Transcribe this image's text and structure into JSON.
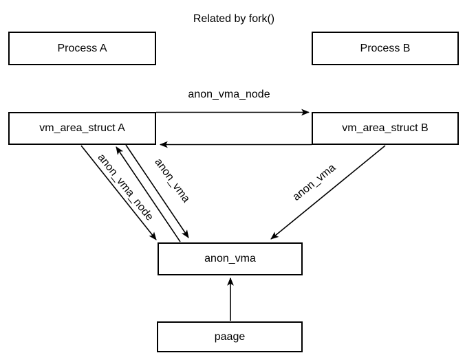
{
  "diagram": {
    "title": "Related by fork()",
    "nodes": {
      "process_a": {
        "label": "Process A"
      },
      "process_b": {
        "label": "Process B"
      },
      "vm_area_struct_a": {
        "label": "vm_area_struct A"
      },
      "vm_area_struct_b": {
        "label": "vm_area_struct B"
      },
      "anon_vma": {
        "label": "anon_vma"
      },
      "paage": {
        "label": "paage"
      }
    },
    "edge_labels": {
      "vm_link_top": "anon_vma_node",
      "a_to_anonvma_node": "anon_vma_node",
      "a_to_anonvma": "anon_vma",
      "b_to_anonvma": "anon_vma"
    },
    "colors": {
      "stroke": "#000000",
      "text": "#000000",
      "background": "#ffffff"
    }
  }
}
